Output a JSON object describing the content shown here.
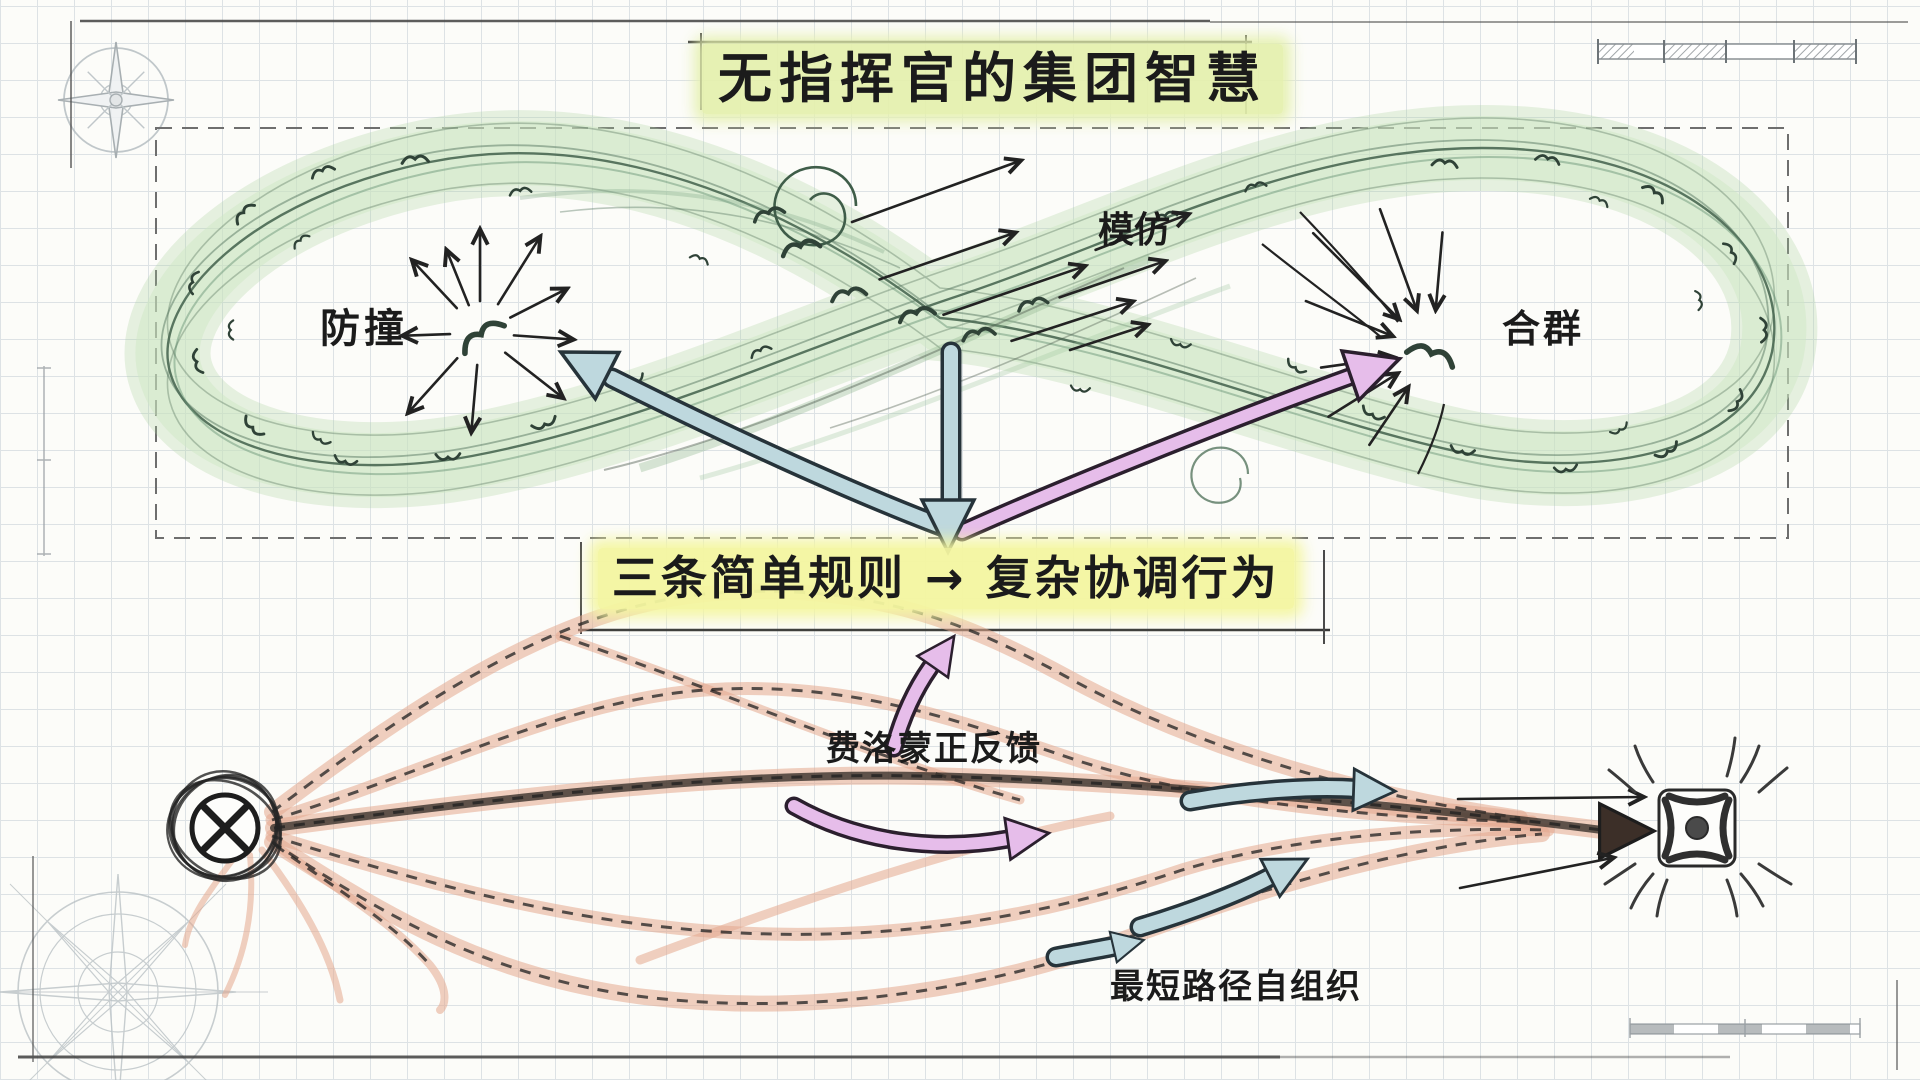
{
  "title": {
    "text": "无指挥官的集团智慧",
    "highlight_color": "#e4f0ac"
  },
  "flock": {
    "separation_label": "防撞",
    "alignment_label": "模仿",
    "cohesion_label": "合群",
    "band_color": "#cfe7c6",
    "sketch_color": "#41604b"
  },
  "rule_banner": {
    "text": "三条简单规则 → 复杂协调行为",
    "highlight_color": "#f3f6a0"
  },
  "trails": {
    "pheromone_label": "费洛蒙正反馈",
    "shortest_path_label": "最短路径自组织",
    "trail_color": "#e3a78e",
    "main_path_color": "#39322c"
  },
  "arrows": {
    "blue_fill": "#bed8de",
    "pink_fill": "#e6bdea",
    "outline": "#26333a"
  },
  "paper": {
    "background": "#fcfcf9",
    "grid_color": "#dde2e5"
  },
  "icons": {
    "nest": "circle-x-nest-icon",
    "food": "square-dot-food-icon",
    "compass_top_left": "compass-rose-icon",
    "compass_bottom_left": "compass-rose-icon",
    "scale_bar_top_right": "map-scale-bar",
    "scale_bar_bottom_right": "map-scale-bar"
  }
}
